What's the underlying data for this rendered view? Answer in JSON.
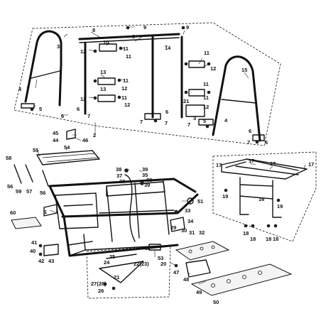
{
  "callouts": [
    {
      "id": "c9a",
      "text": "9"
    },
    {
      "id": "c8",
      "text": "8"
    },
    {
      "id": "c9b",
      "text": "9"
    },
    {
      "id": "c9c",
      "text": "9"
    },
    {
      "id": "c3",
      "text": "3"
    },
    {
      "id": "c10",
      "text": "10"
    },
    {
      "id": "c11a",
      "text": "11"
    },
    {
      "id": "c12a",
      "text": "12"
    },
    {
      "id": "c14",
      "text": "14"
    },
    {
      "id": "c11b",
      "text": "11"
    },
    {
      "id": "c11c",
      "text": "11"
    },
    {
      "id": "c12b",
      "text": "12"
    },
    {
      "id": "c15",
      "text": "15"
    },
    {
      "id": "c13a",
      "text": "13"
    },
    {
      "id": "c11d",
      "text": "11"
    },
    {
      "id": "c12c",
      "text": "12"
    },
    {
      "id": "c13b",
      "text": "13"
    },
    {
      "id": "c11e",
      "text": "11"
    },
    {
      "id": "c12d",
      "text": "12"
    },
    {
      "id": "c11f",
      "text": "11"
    },
    {
      "id": "c12e",
      "text": "12"
    },
    {
      "id": "c4a",
      "text": "4"
    },
    {
      "id": "c5a",
      "text": "5"
    },
    {
      "id": "c6a",
      "text": "6"
    },
    {
      "id": "c7a",
      "text": "7"
    },
    {
      "id": "c6b",
      "text": "6"
    },
    {
      "id": "c21",
      "text": "21"
    },
    {
      "id": "c11g",
      "text": "11"
    },
    {
      "id": "c12f",
      "text": "12"
    },
    {
      "id": "c6c",
      "text": "6"
    },
    {
      "id": "c4b",
      "text": "4"
    },
    {
      "id": "c5b",
      "text": "5"
    },
    {
      "id": "c3b",
      "text": "3"
    },
    {
      "id": "c7b",
      "text": "7"
    },
    {
      "id": "c7c",
      "text": "7"
    },
    {
      "id": "c7d",
      "text": "7"
    },
    {
      "id": "c6d",
      "text": "6"
    },
    {
      "id": "c7e",
      "text": "7"
    },
    {
      "id": "c6e",
      "text": "6"
    },
    {
      "id": "c2",
      "text": "2"
    },
    {
      "id": "c45",
      "text": "45"
    },
    {
      "id": "c44",
      "text": "44"
    },
    {
      "id": "c46",
      "text": "46"
    },
    {
      "id": "c54",
      "text": "54"
    },
    {
      "id": "c55",
      "text": "55"
    },
    {
      "id": "c58",
      "text": "58"
    },
    {
      "id": "c56a",
      "text": "56"
    },
    {
      "id": "c59",
      "text": "59"
    },
    {
      "id": "c57",
      "text": "57"
    },
    {
      "id": "c56b",
      "text": "56"
    },
    {
      "id": "c38a",
      "text": "38"
    },
    {
      "id": "c39",
      "text": "39"
    },
    {
      "id": "c37",
      "text": "37"
    },
    {
      "id": "c35",
      "text": "35"
    },
    {
      "id": "c36",
      "text": "36"
    },
    {
      "id": "c38b",
      "text": "38"
    },
    {
      "id": "c39b",
      "text": "39"
    },
    {
      "id": "c17a",
      "text": "17"
    },
    {
      "id": "c17b",
      "text": "17"
    },
    {
      "id": "c17c",
      "text": "17"
    },
    {
      "id": "c17d",
      "text": "17"
    },
    {
      "id": "c19a",
      "text": "19"
    },
    {
      "id": "c16",
      "text": "16"
    },
    {
      "id": "c19b",
      "text": "19"
    },
    {
      "id": "c18a",
      "text": "18"
    },
    {
      "id": "c18b",
      "text": "18"
    },
    {
      "id": "c18c",
      "text": "18"
    },
    {
      "id": "c18d",
      "text": "18"
    },
    {
      "id": "c60",
      "text": "60"
    },
    {
      "id": "c1",
      "text": "1"
    },
    {
      "id": "c51",
      "text": "51"
    },
    {
      "id": "c33",
      "text": "33"
    },
    {
      "id": "c34",
      "text": "34"
    },
    {
      "id": "c29",
      "text": "29"
    },
    {
      "id": "c30",
      "text": "30"
    },
    {
      "id": "c31",
      "text": "31"
    },
    {
      "id": "c32",
      "text": "32"
    },
    {
      "id": "c41",
      "text": "41"
    },
    {
      "id": "c40",
      "text": "40"
    },
    {
      "id": "c42",
      "text": "42"
    },
    {
      "id": "c43",
      "text": "43"
    },
    {
      "id": "c52",
      "text": "52"
    },
    {
      "id": "c53",
      "text": "53"
    },
    {
      "id": "c20",
      "text": "20"
    },
    {
      "id": "c25",
      "text": "25"
    },
    {
      "id": "c24",
      "text": "24"
    },
    {
      "id": "c2223",
      "text": "22(23)"
    },
    {
      "id": "c21b",
      "text": "21"
    },
    {
      "id": "c2728",
      "text": "27(28)"
    },
    {
      "id": "c26",
      "text": "26"
    },
    {
      "id": "c47",
      "text": "47"
    },
    {
      "id": "c48",
      "text": "48"
    },
    {
      "id": "c49",
      "text": "49"
    },
    {
      "id": "c50",
      "text": "50"
    }
  ]
}
